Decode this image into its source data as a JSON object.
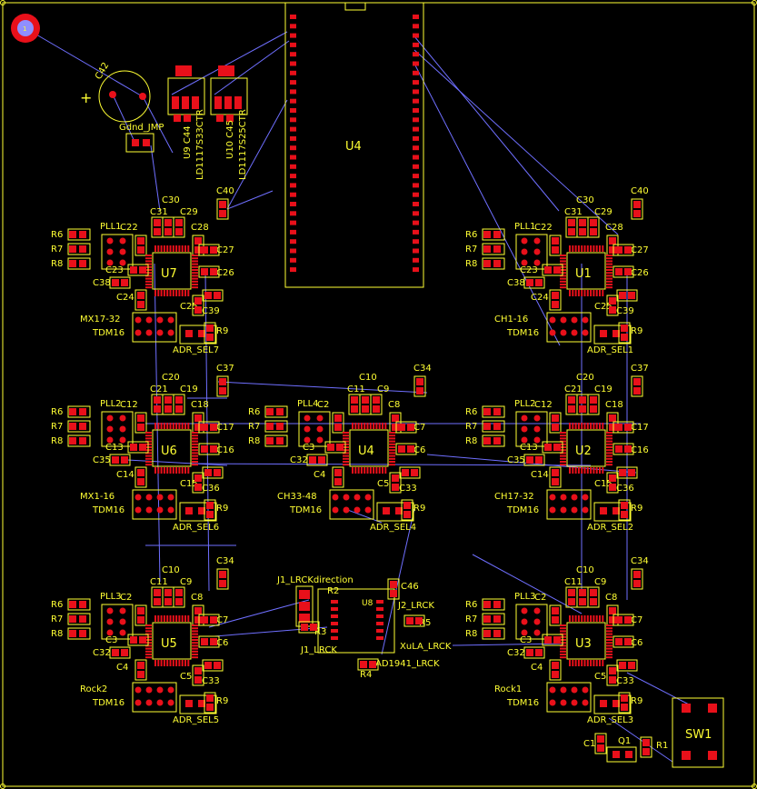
{
  "colors": {
    "background": "#000000",
    "outline": "#ffff33",
    "pad": "#e8101a",
    "ratsnest": "#6f6fff",
    "via": "#8f8fff"
  },
  "fiducial": {
    "label": "1"
  },
  "header_top": {
    "cap_label": "C42",
    "plus_sign": "+",
    "jumper_label": "Gdnd_JMP",
    "regulators": [
      {
        "ref": "U9",
        "cap": "C44",
        "part": "LD1117S33CTR"
      },
      {
        "ref": "U10",
        "cap": "C45",
        "part": "LD1117S25CTR"
      }
    ]
  },
  "mcu": {
    "ref": "U4"
  },
  "codec_blocks": [
    {
      "id": "u7",
      "chip": "U7",
      "pll": "PLL1",
      "channels": "MX17-32",
      "tdm": "TDM16",
      "adr": "ADR_SEL7",
      "caps": [
        "C30",
        "C31",
        "C29",
        "C22",
        "C28",
        "C40",
        "C27",
        "C23",
        "C26",
        "C38",
        "C24",
        "C25",
        "C39"
      ],
      "res": [
        "R6",
        "R7",
        "R8",
        "R9"
      ]
    },
    {
      "id": "u1",
      "chip": "U1",
      "pll": "PLL1",
      "channels": "CH1-16",
      "tdm": "TDM16",
      "adr": "ADR_SEL1",
      "caps": [
        "C30",
        "C31",
        "C29",
        "C22",
        "C28",
        "C40",
        "C27",
        "C23",
        "C26",
        "C38",
        "C24",
        "C25",
        "C39"
      ],
      "res": [
        "R6",
        "R7",
        "R8",
        "R9"
      ]
    },
    {
      "id": "u6",
      "chip": "U6",
      "pll": "PLL2",
      "channels": "MX1-16",
      "tdm": "TDM16",
      "adr": "ADR_SEL6",
      "caps": [
        "C20",
        "C21",
        "C19",
        "C12",
        "C18",
        "C37",
        "C17",
        "C13",
        "C16",
        "C35",
        "C14",
        "C15",
        "C36"
      ],
      "res": [
        "R6",
        "R7",
        "R8",
        "R9"
      ]
    },
    {
      "id": "u4b",
      "chip": "U4",
      "pll": "PLL4",
      "channels": "CH33-48",
      "tdm": "TDM16",
      "adr": "ADR_SEL4",
      "caps": [
        "C10",
        "C11",
        "C9",
        "C2",
        "C8",
        "C34",
        "C7",
        "C3",
        "C6",
        "C32",
        "C4",
        "C5",
        "C33"
      ],
      "res": [
        "R6",
        "R7",
        "R8",
        "R9"
      ]
    },
    {
      "id": "u2",
      "chip": "U2",
      "pll": "PLL2",
      "channels": "CH17-32",
      "tdm": "TDM16",
      "adr": "ADR_SEL2",
      "caps": [
        "C20",
        "C21",
        "C19",
        "C12",
        "C18",
        "C37",
        "C17",
        "C13",
        "C16",
        "C35",
        "C14",
        "C15",
        "C36"
      ],
      "res": [
        "R6",
        "R7",
        "R8",
        "R9"
      ]
    },
    {
      "id": "u5",
      "chip": "U5",
      "pll": "PLL3",
      "channels": "Rock2",
      "tdm": "TDM16",
      "adr": "ADR_SEL5",
      "caps": [
        "C10",
        "C11",
        "C9",
        "C2",
        "C8",
        "C34",
        "C7",
        "C3",
        "C6",
        "C32",
        "C4",
        "C5",
        "C33"
      ],
      "res": [
        "R6",
        "R7",
        "R8",
        "R9"
      ]
    },
    {
      "id": "u3",
      "chip": "U3",
      "pll": "PLL3",
      "channels": "Rock1",
      "tdm": "TDM16",
      "adr": "ADR_SEL3",
      "caps": [
        "C10",
        "C11",
        "C9",
        "C2",
        "C8",
        "C34",
        "C7",
        "C3",
        "C6",
        "C32",
        "C4",
        "C5",
        "C33"
      ],
      "res": [
        "R6",
        "R7",
        "R8",
        "R9"
      ]
    }
  ],
  "center_bottom": {
    "ic": "U8",
    "labels": [
      "J1_LRCKdirection",
      "R2",
      "J2_LRCK",
      "R5",
      "R3",
      "J1_LRCK",
      "XuLA_LRCK",
      "R4",
      "AD1941_LRCK",
      "C46"
    ]
  },
  "switch_area": {
    "sw": "SW1",
    "q": "Q1",
    "r": "R1",
    "c": "C1"
  }
}
